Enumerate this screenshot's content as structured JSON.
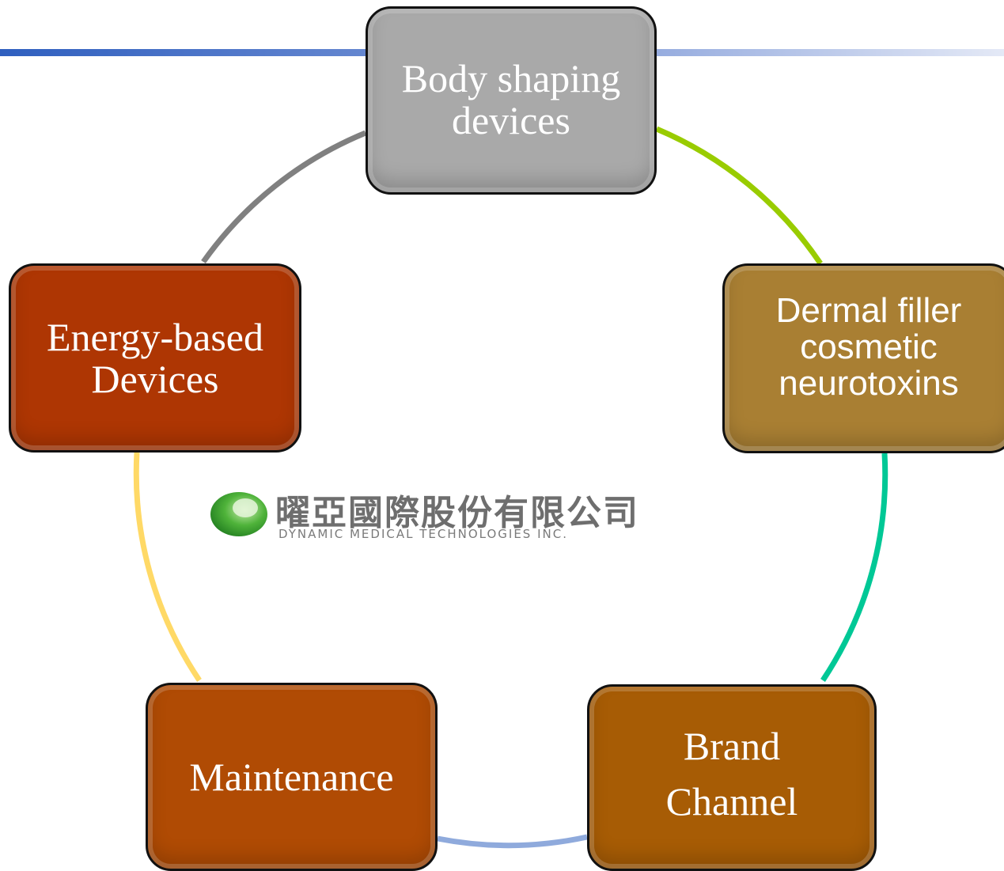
{
  "nodes": {
    "body_shaping": {
      "line1": "Body shaping",
      "line2": "devices",
      "color": "#a9a9a9"
    },
    "dermal_filler": {
      "line1": "Dermal filler",
      "line2": "cosmetic",
      "line3": "neurotoxins",
      "color": "#a97f33"
    },
    "brand_channel": {
      "line1": "Brand",
      "line2": "Channel",
      "color": "#a75c05"
    },
    "maintenance": {
      "line1": "Maintenance",
      "color": "#b04b04"
    },
    "energy_based": {
      "line1": "Energy-based",
      "line2": "Devices",
      "color": "#ae3603"
    }
  },
  "logo": {
    "name_cn": "曜亞國際股份有限公司",
    "name_en": "DYNAMIC MEDICAL TECHNOLOGIES INC."
  },
  "colors": {
    "header_rule": "#3a66c4",
    "arc_body_to_dermal": "#99cc00",
    "arc_dermal_to_brand": "#00c896",
    "arc_brand_to_maintenance": "#8faadc",
    "arc_maintenance_to_energy": "#ffd966",
    "arc_energy_to_body": "#808080"
  }
}
